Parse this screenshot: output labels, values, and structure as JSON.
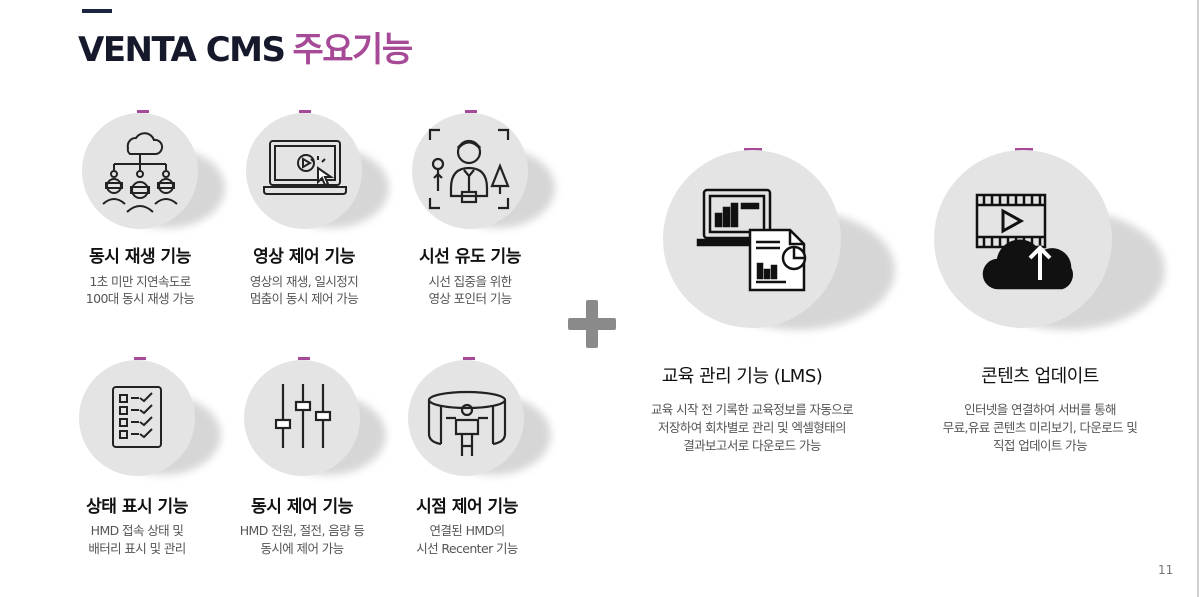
{
  "title": {
    "main": "VENTA CMS",
    "highlight": "주요기능"
  },
  "features": [
    {
      "name": "동시 재생 기능",
      "desc": [
        "1초 미만 지연속도로",
        "100대 동시 재생 가능"
      ],
      "icon": "vr-users-cloud-icon"
    },
    {
      "name": "영상 제어 기능",
      "desc": [
        "영상의 재생, 일시정지",
        "멈춤이 동시 제어 가능"
      ],
      "icon": "laptop-play-icon"
    },
    {
      "name": "시선 유도 기능",
      "desc": [
        "시선 집중을 위한",
        "영상 포인터 기능"
      ],
      "icon": "focus-person-icon"
    },
    {
      "name": "상태 표시 기능",
      "desc": [
        "HMD 접속 상태 및",
        "배터리 표시 및 관리"
      ],
      "icon": "checklist-icon"
    },
    {
      "name": "동시 제어 기능",
      "desc": [
        "HMD 전원, 절전, 음량 등",
        "동시에 제어 가능"
      ],
      "icon": "sliders-icon"
    },
    {
      "name": "시점 제어 기능",
      "desc": [
        "연결된 HMD의",
        "시선 Recenter 기능"
      ],
      "icon": "panorama-person-icon"
    }
  ],
  "big_features": [
    {
      "name": "교육 관리 기능 (LMS)",
      "desc": [
        "교육 시작 전 기록한 교육정보를 자동으로",
        "저장하여 회차별로 관리 및 엑셀형태의",
        "결과보고서로 다운로드 가능"
      ],
      "icon": "laptop-report-icon"
    },
    {
      "name": "콘텐츠 업데이트",
      "desc": [
        "인터넷을 연결하여 서버를 통해",
        "무료,유료 콘텐츠 미리보기, 다운로드 및",
        "직접 업데이트 가능"
      ],
      "icon": "video-cloud-upload-icon"
    }
  ],
  "plus_icon": "plus-icon",
  "page_number": "11",
  "colors": {
    "accent": "#a64a97",
    "navy": "#15192b",
    "circle": "#e4e4e4",
    "plus": "#8a8a8a"
  }
}
